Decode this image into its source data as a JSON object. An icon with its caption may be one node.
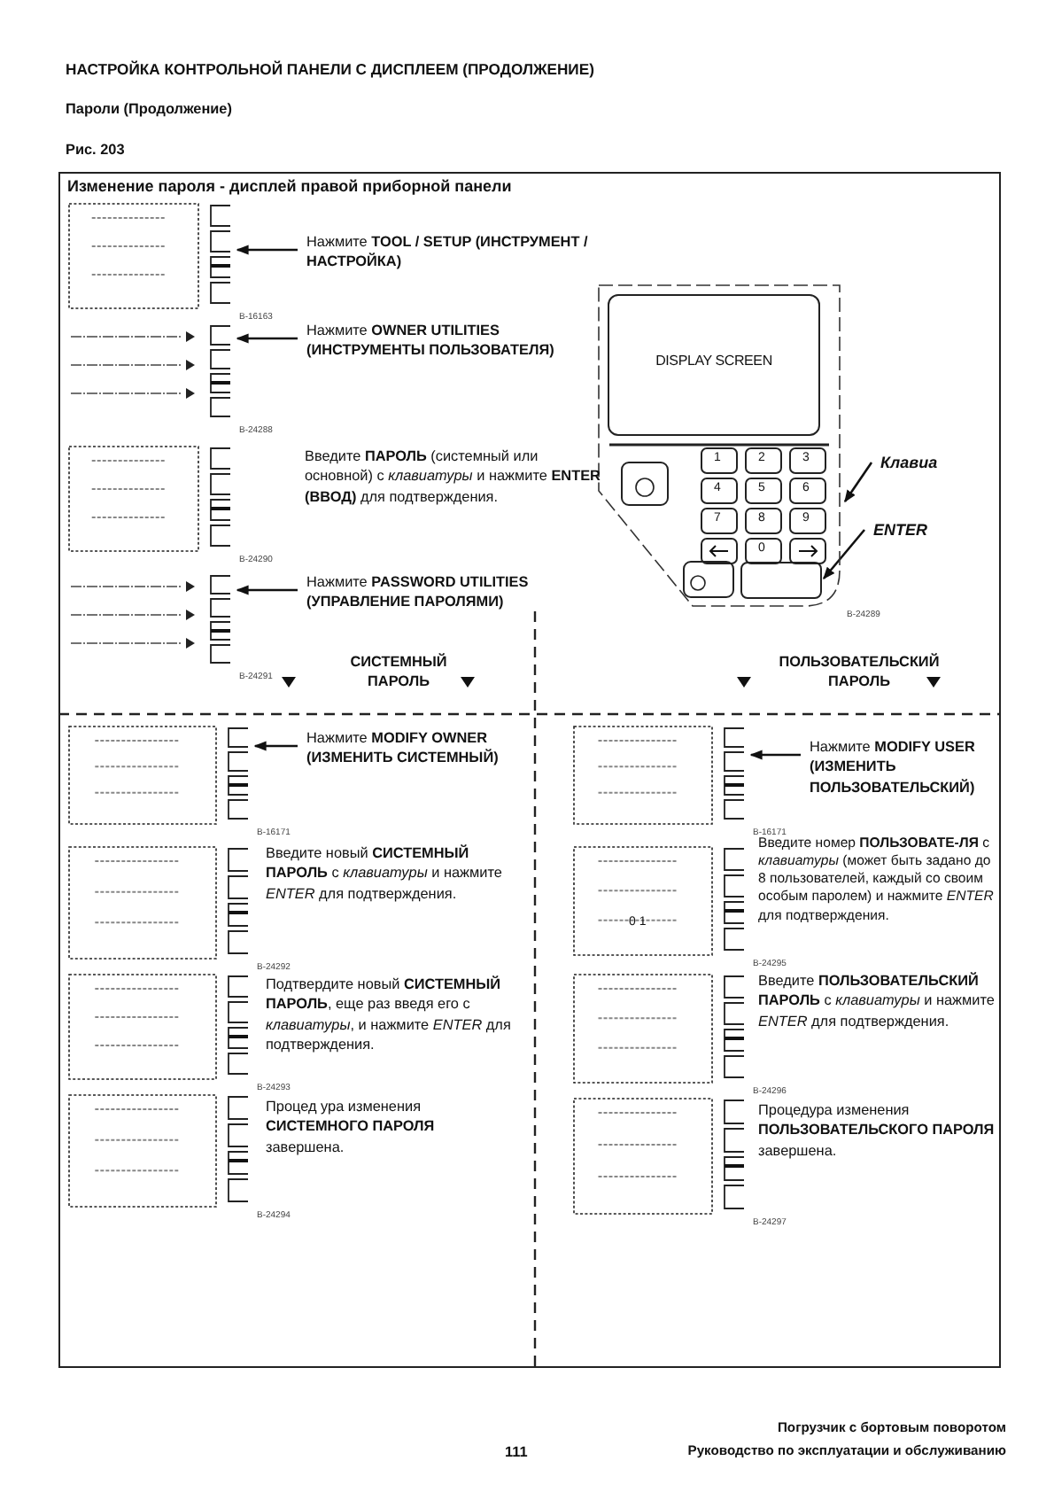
{
  "diagram": {
    "nodes": [
      {
        "text": [
          "Изменение пароля - дисплей правой приборной панели"
        ]
      },
      {
        "text": [],
        "shape": "box",
        "in": 0,
        "beside": [
          "B-16163"
        ]
      },
      {
        "text": [
          "Нажмите **TOOL / SETUP (ИНСТРУМЕНТ / НАСТРОЙКА)**"
        ],
        "in": 0
      },
      {
        "text": [],
        "shape": "box",
        "in": 0,
        "beside": [
          "B-24288"
        ]
      },
      {
        "text": [
          "Нажмите **OWNER UTILITIES (ИНСТРУМЕНТЫ ПОЛЬЗОВАТЕЛЯ)**"
        ],
        "in": 0
      },
      {
        "text": [],
        "shape": "box",
        "in": 0,
        "beside": [
          "B-24290"
        ]
      },
      {
        "text": [],
        "shape": "box",
        "in": 0,
        "beside": [
          "B-24291"
        ]
      },
      {
        "text": [
          "Нажмите **PASSWORD UTILITIES (УПРАВЛЕНИЕ ПАРОЛЯМИ)**"
        ],
        "in": 0
      },
      {
        "text": [],
        "shape": "box",
        "in": 0,
        "beside": [
          "B-24289"
        ]
      },
      {
        "text": [
          "DISPLAY SCREEN"
        ],
        "in": 8
      },
      {
        "text": [],
        "shape": "box",
        "in": 8
      },
      {
        "text": [
          "Клавиа"
        ],
        "in": 0
      },
      {
        "text": [
          "ENTER"
        ],
        "in": 0
      },
      {
        "text": [],
        "shape": "box",
        "in": 0,
        "beside": [
          "B-16171"
        ]
      },
      {
        "text": [
          "Нажмите **MODIFY OWNER (ИЗМЕНИТЬ СИСТЕМНЫЙ)**"
        ],
        "in": 0
      },
      {
        "text": [],
        "shape": "box",
        "in": 0,
        "beside": [
          "B-24292"
        ]
      },
      {
        "text": [],
        "shape": "box",
        "in": 0,
        "beside": [
          "B-24293"
        ]
      },
      {
        "text": [],
        "shape": "box",
        "in": 0,
        "beside": [
          "B-24294"
        ]
      },
      {
        "text": [],
        "shape": "box",
        "in": 0,
        "beside": [
          "B-16171"
        ]
      },
      {
        "text": [
          "Нажмите **MODIFY USER (ИЗМЕНИТЬ ПОЛЬЗОВАТЕЛЬСКИЙ)**"
        ],
        "in": 0
      },
      {
        "text": [
          "0 1"
        ],
        "in": 0,
        "beside": [
          "B-24295"
        ]
      },
      {
        "text": [],
        "shape": "box",
        "in": 0,
        "beside": [
          "B-24296"
        ]
      },
      {
        "text": [],
        "shape": "box",
        "in": 0,
        "beside": [
          "B-24297"
        ]
      }
    ],
    "edges": [
      {
        "from": 2,
        "to": 1,
        "arrow": "to"
      },
      {
        "from": 4,
        "to": 3,
        "arrow": "to"
      },
      {
        "from": 7,
        "to": 6,
        "arrow": "to"
      },
      {
        "from": 11,
        "to": 8,
        "arrow": "to"
      },
      {
        "from": 12,
        "to": 10,
        "arrow": "to"
      },
      {
        "from": 14,
        "to": 13,
        "arrow": "to"
      },
      {
        "from": 19,
        "to": 18,
        "arrow": "to"
      }
    ],
    "labels": [
      "НАСТРОЙКА КОНТРОЛЬНОЙ ПАНЕЛИ С ДИСПЛЕЕМ (ПРОДОЛЖЕНИЕ)",
      "Пароли (Продолжение)",
      "Рис. 203",
      "Введите **ПАРОЛЬ** (системный или основной) с *клавиатуры* и нажмите **ENTER (ВВОД)** для подтверждения.",
      "1",
      "2",
      "3",
      "4",
      "5",
      "6",
      "7",
      "8",
      "9",
      "0",
      "СИСТЕМНЫЙ ПАРОЛЬ",
      "ПОЛЬЗОВАТЕЛЬСКИЙ ПАРОЛЬ",
      "Введите новый **СИСТЕМНЫЙ ПАРОЛЬ** с *клавиатуры* и нажмите *ENTER* для подтверждения.",
      "Подтвердите новый **СИСТЕМНЫЙ ПАРОЛЬ**, еще раз введя его с *клавиатуры*, и нажмите *ENTER* для подтверждения.",
      "Процед ура изменения **СИСТЕМНОГО ПАРОЛЯ** завершена.",
      "Введите номер **ПОЛЬЗОВАТЕ-ЛЯ** с *клавиатуры* (может быть задано до 8 пользователей, каждый со своим особым паролем) и нажмите *ENTER* для подтверждения.",
      "Введите **ПОЛЬЗОВАТЕЛЬСКИЙ ПАРОЛЬ** с *клавиатуры* и нажмите *ENTER* для подтверждения.",
      "Процедура изменения **ПОЛЬЗОВАТЕЛЬСКОГО ПАРОЛЯ** завершена.",
      "111",
      "Погрузчик с бортовым поворотом",
      "Руководство по эксплуатации и обслуживанию"
    ]
  }
}
